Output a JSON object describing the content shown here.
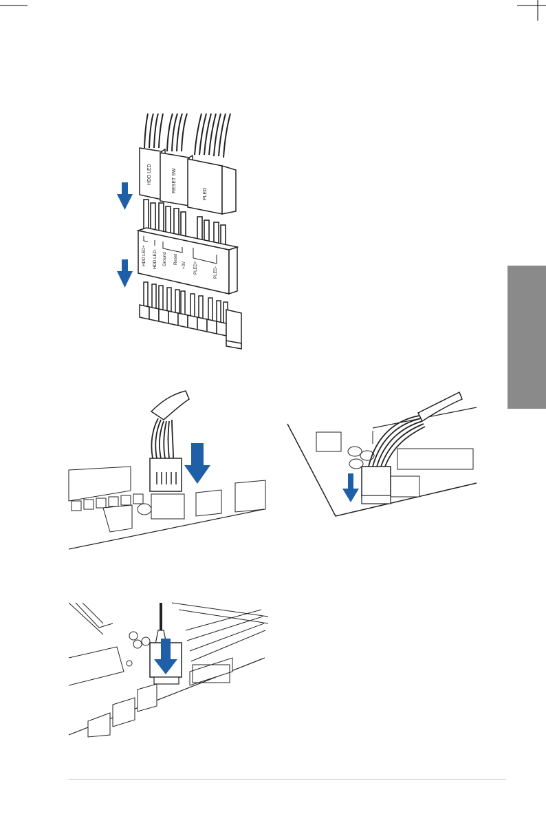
{
  "header": {},
  "side_tab": {
    "color": "#8a8a8a"
  },
  "accent": "#1f5fa8",
  "panel_connector": {
    "plug_labels": [
      "HDD LED",
      "RESET SW",
      "PLED"
    ],
    "pin_labels": [
      "HDD LED+",
      "HDD LED-",
      "Ground",
      "Reset",
      "+3V",
      "PLED+",
      "PLED-"
    ]
  },
  "footer": {}
}
